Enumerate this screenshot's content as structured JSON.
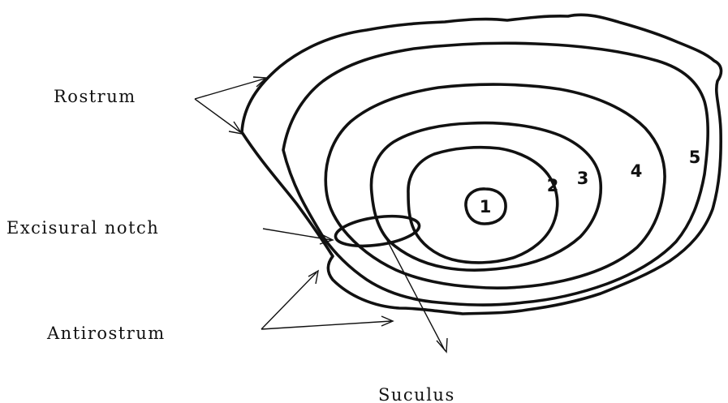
{
  "labels": {
    "rostrum": "Rostrum",
    "excisural_notch": "Excisural notch",
    "antirostrum": "Antirostrum",
    "suculus": "Suculus"
  },
  "rings": [
    "1",
    "2",
    "3",
    "4",
    "5"
  ],
  "colors": {
    "ink": "#111111",
    "background": "#ffffff"
  }
}
